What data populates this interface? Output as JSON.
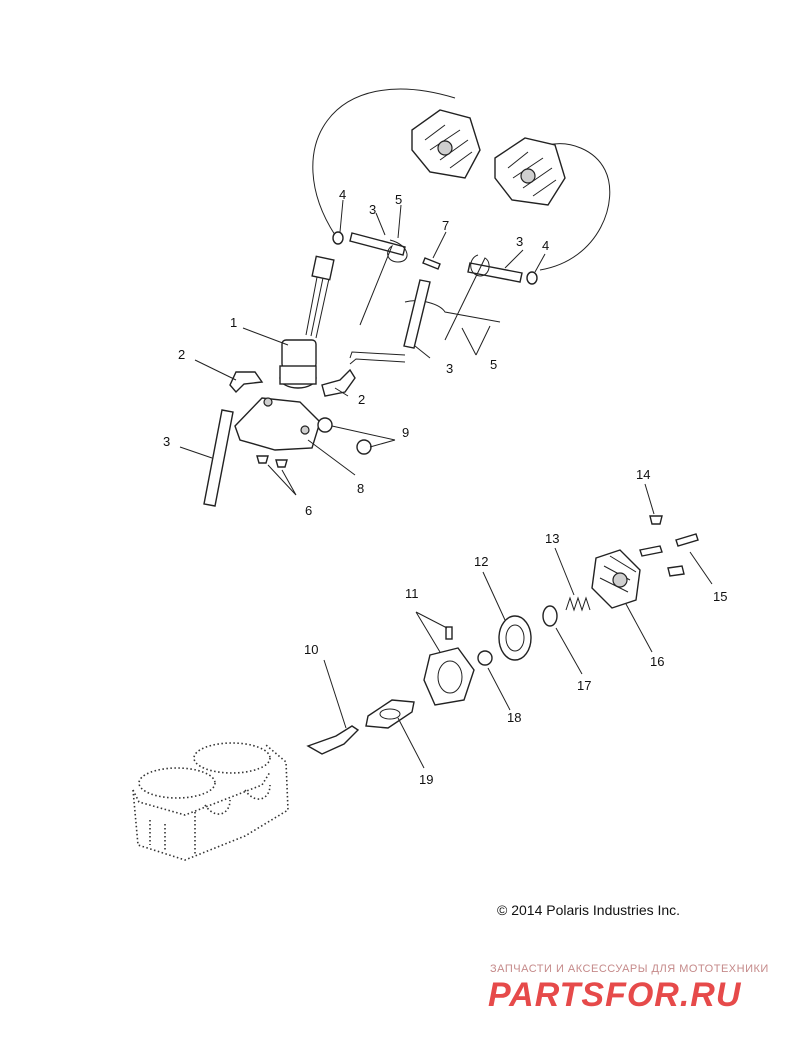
{
  "callouts": {
    "c1": "1",
    "c2a": "2",
    "c2b": "2",
    "c3a": "3",
    "c3b": "3",
    "c3c": "3",
    "c3d": "3",
    "c4a": "4",
    "c4b": "4",
    "c5a": "5",
    "c5b": "5",
    "c6": "6",
    "c7": "7",
    "c8": "8",
    "c9": "9",
    "c10": "10",
    "c11": "11",
    "c12": "12",
    "c13": "13",
    "c14": "14",
    "c15": "15",
    "c16": "16",
    "c17": "17",
    "c18": "18",
    "c19": "19"
  },
  "copyright": "© 2014 Polaris Industries Inc.",
  "watermark": {
    "tagline": "ЗАПЧАСТИ И АКСЕССУАРЫ ДЛЯ МОТОТЕХНИКИ",
    "brand": "PARTSFOR.RU"
  },
  "colors": {
    "line": "#222222",
    "watermark_red": "#e64a4a"
  }
}
